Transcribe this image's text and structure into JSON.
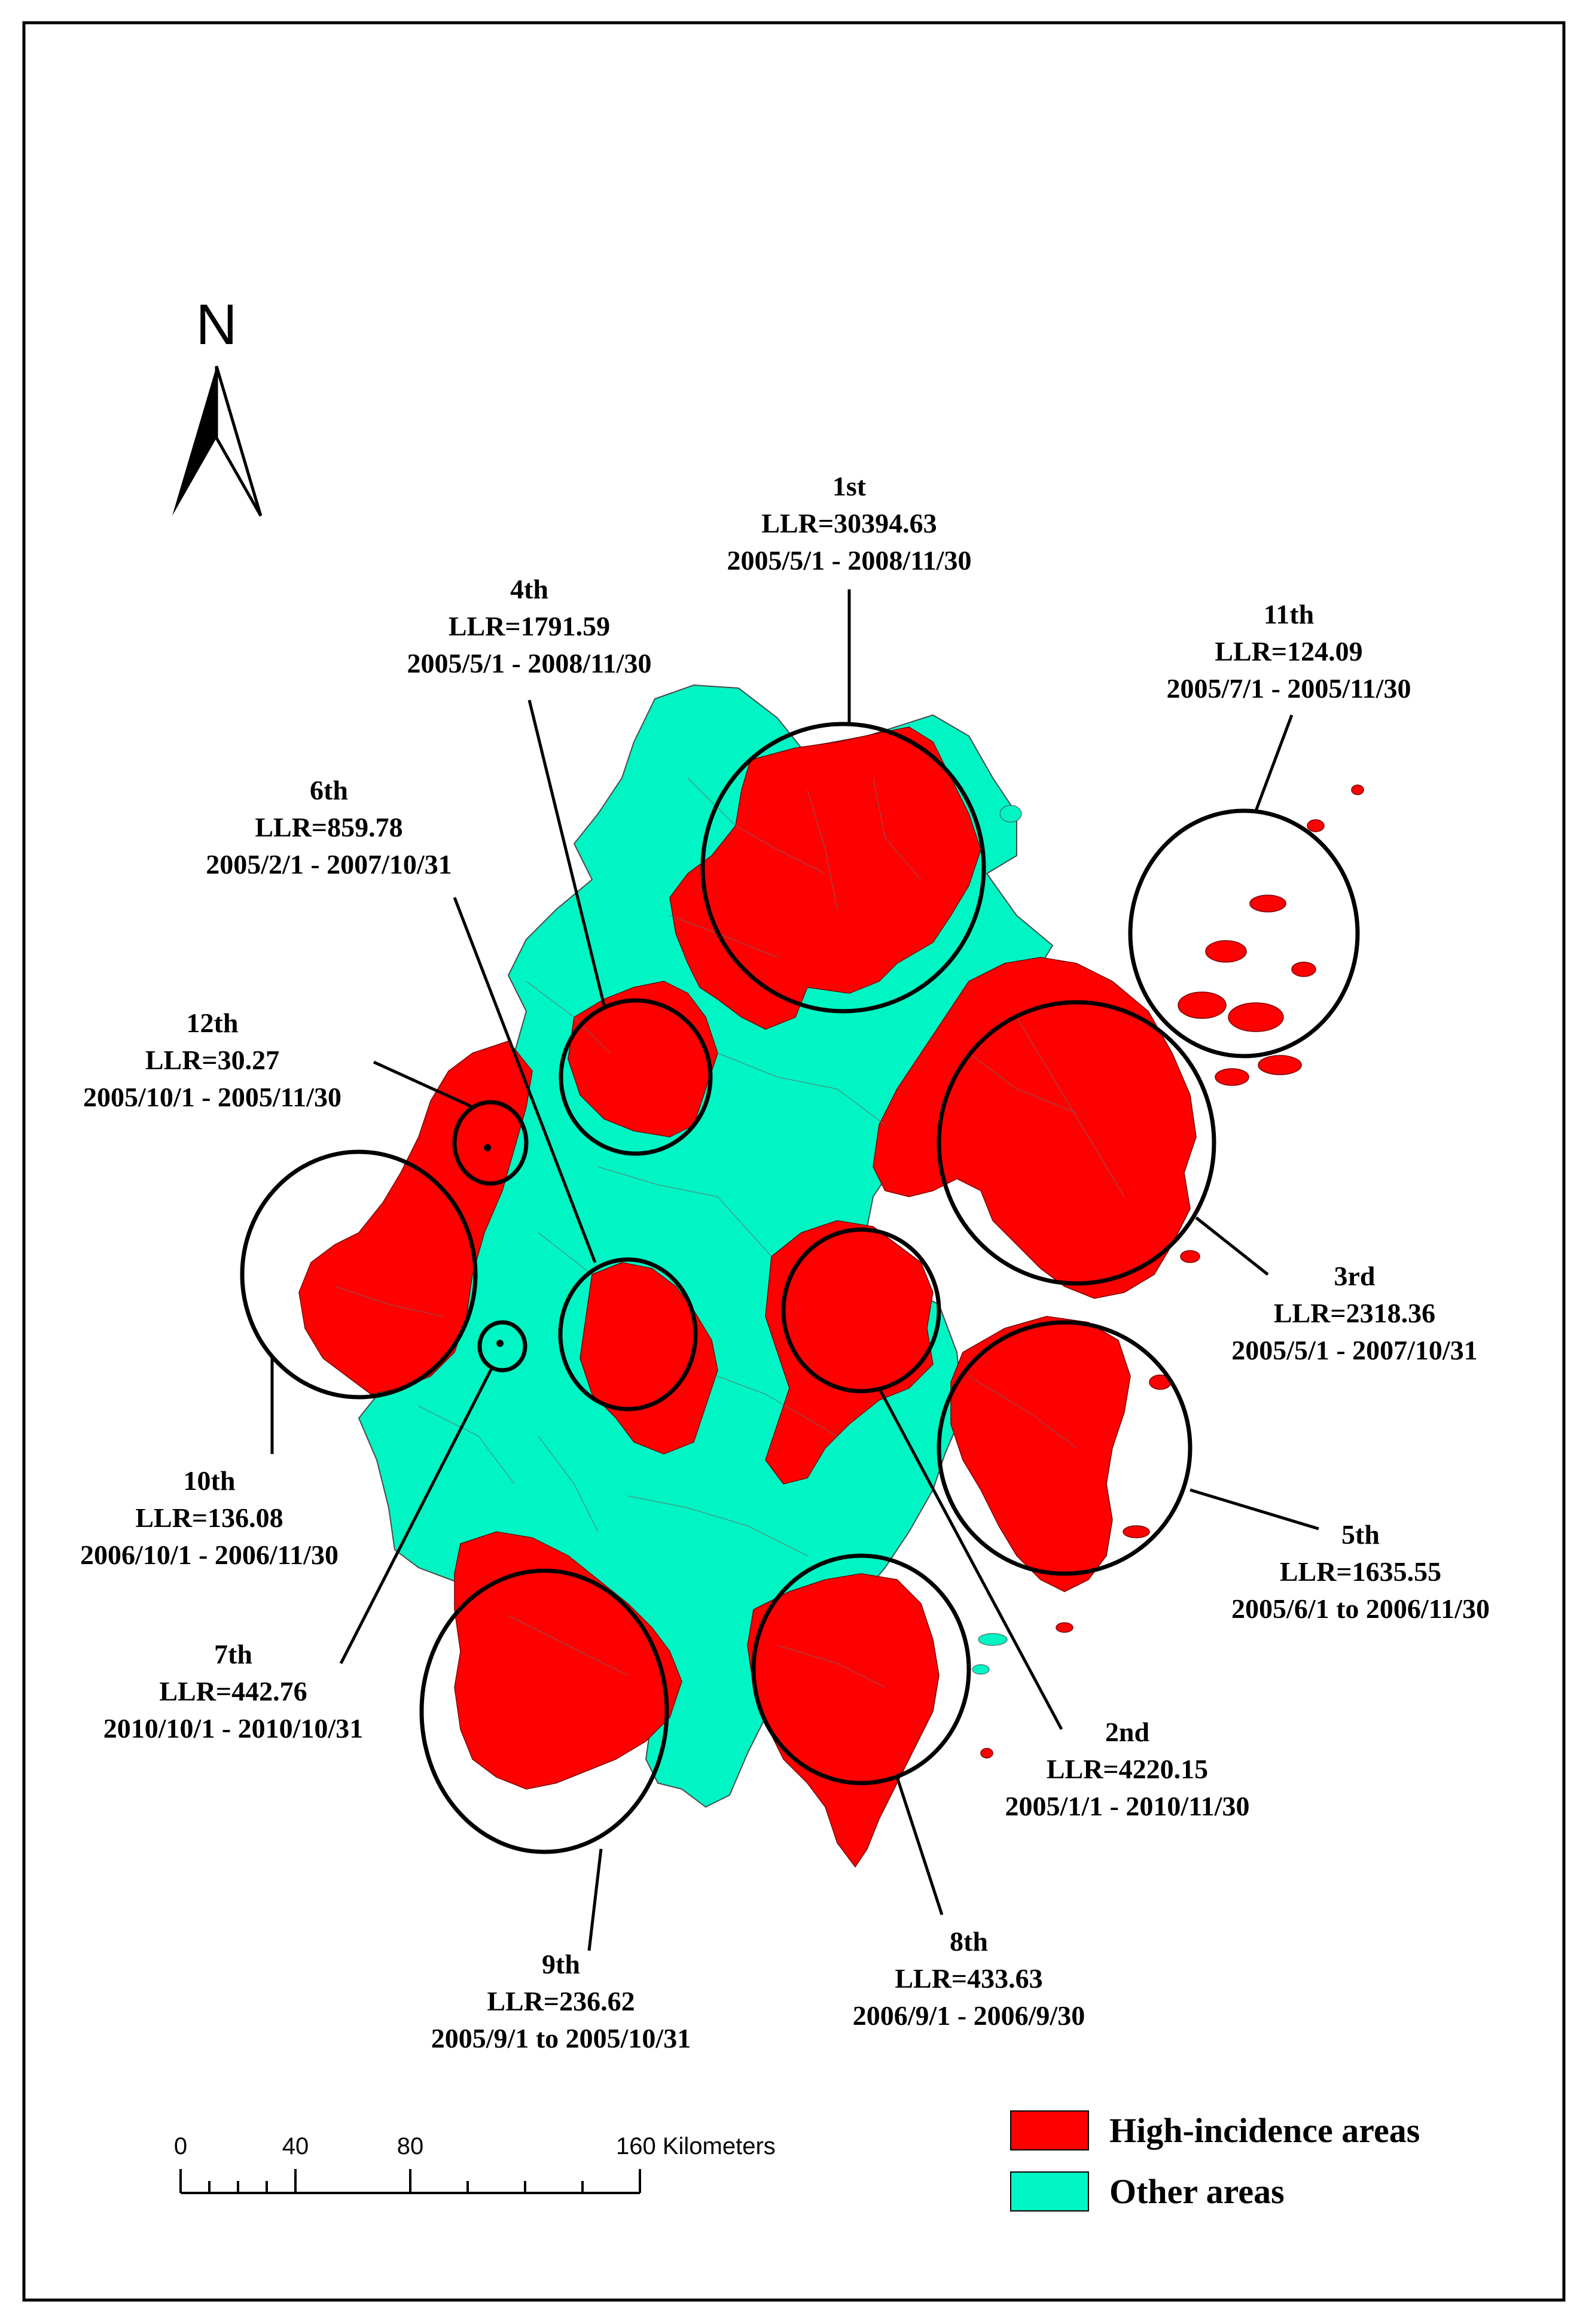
{
  "north_arrow": {
    "label": "N"
  },
  "colors": {
    "high_incidence": "#ff0000",
    "other": "#00f5c4",
    "border": "#000000",
    "district_line": "#6a6a6a"
  },
  "clusters": [
    {
      "id": "c1",
      "lines": [
        "1st",
        "LLR=30394.63",
        "2005/5/1 - 2008/11/30"
      ]
    },
    {
      "id": "c2",
      "lines": [
        "2nd",
        "LLR=4220.15",
        "2005/1/1 - 2010/11/30"
      ]
    },
    {
      "id": "c3",
      "lines": [
        "3rd",
        "LLR=2318.36",
        "2005/5/1 - 2007/10/31"
      ]
    },
    {
      "id": "c4",
      "lines": [
        "4th",
        "LLR=1791.59",
        "2005/5/1 - 2008/11/30"
      ]
    },
    {
      "id": "c5",
      "lines": [
        "5th",
        "LLR=1635.55",
        "2005/6/1 to 2006/11/30"
      ]
    },
    {
      "id": "c6",
      "lines": [
        "6th",
        "LLR=859.78",
        "2005/2/1 - 2007/10/31"
      ]
    },
    {
      "id": "c7",
      "lines": [
        "7th",
        "LLR=442.76",
        "2010/10/1 - 2010/10/31"
      ]
    },
    {
      "id": "c8",
      "lines": [
        "8th",
        "LLR=433.63",
        "2006/9/1 - 2006/9/30"
      ]
    },
    {
      "id": "c9",
      "lines": [
        "9th",
        "LLR=236.62",
        "2005/9/1 to 2005/10/31"
      ]
    },
    {
      "id": "c10",
      "lines": [
        "10th",
        "LLR=136.08",
        "2006/10/1 - 2006/11/30"
      ]
    },
    {
      "id": "c11",
      "lines": [
        "11th",
        "LLR=124.09",
        "2005/7/1 - 2005/11/30"
      ]
    },
    {
      "id": "c12",
      "lines": [
        "12th",
        "LLR=30.27",
        "2005/10/1 - 2005/11/30"
      ]
    }
  ],
  "scale_bar": {
    "ticks": [
      "0",
      "40",
      "80",
      "160 Kilometers"
    ]
  },
  "legend": {
    "items": [
      {
        "label": "High-incidence areas",
        "color": "#ff0000"
      },
      {
        "label": "Other areas",
        "color": "#00f5c4"
      }
    ]
  }
}
